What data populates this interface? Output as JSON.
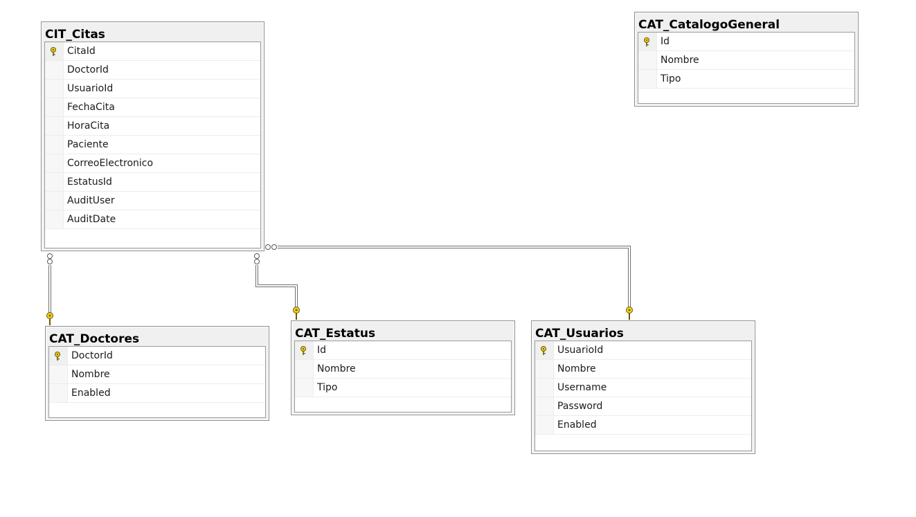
{
  "tables": [
    {
      "name": "CIT_Citas",
      "columns": [
        {
          "name": "CitaId",
          "primary_key": true
        },
        {
          "name": "DoctorId",
          "primary_key": false
        },
        {
          "name": "UsuarioId",
          "primary_key": false
        },
        {
          "name": "FechaCita",
          "primary_key": false
        },
        {
          "name": "HoraCita",
          "primary_key": false
        },
        {
          "name": "Paciente",
          "primary_key": false
        },
        {
          "name": "CorreoElectronico",
          "primary_key": false
        },
        {
          "name": "EstatusId",
          "primary_key": false
        },
        {
          "name": "AuditUser",
          "primary_key": false
        },
        {
          "name": "AuditDate",
          "primary_key": false
        }
      ]
    },
    {
      "name": "CAT_CatalogoGeneral",
      "columns": [
        {
          "name": "Id",
          "primary_key": true
        },
        {
          "name": "Nombre",
          "primary_key": false
        },
        {
          "name": "Tipo",
          "primary_key": false
        }
      ]
    },
    {
      "name": "CAT_Doctores",
      "columns": [
        {
          "name": "DoctorId",
          "primary_key": true
        },
        {
          "name": "Nombre",
          "primary_key": false
        },
        {
          "name": "Enabled",
          "primary_key": false
        }
      ]
    },
    {
      "name": "CAT_Estatus",
      "columns": [
        {
          "name": "Id",
          "primary_key": true
        },
        {
          "name": "Nombre",
          "primary_key": false
        },
        {
          "name": "Tipo",
          "primary_key": false
        }
      ]
    },
    {
      "name": "CAT_Usuarios",
      "columns": [
        {
          "name": "UsuarioId",
          "primary_key": true
        },
        {
          "name": "Nombre",
          "primary_key": false
        },
        {
          "name": "Username",
          "primary_key": false
        },
        {
          "name": "Password",
          "primary_key": false
        },
        {
          "name": "Enabled",
          "primary_key": false
        }
      ]
    }
  ],
  "relationships": [
    {
      "from": "CIT_Citas",
      "to": "CAT_Doctores",
      "from_end": "many",
      "to_end": "key"
    },
    {
      "from": "CIT_Citas",
      "to": "CAT_Estatus",
      "from_end": "many",
      "to_end": "key"
    },
    {
      "from": "CIT_Citas",
      "to": "CAT_Usuarios",
      "from_end": "many",
      "to_end": "key"
    }
  ],
  "colors": {
    "key_yellow": "#f0d11b",
    "header_bg": "#f0f0f0",
    "border": "#8c8c8c",
    "connector": "#6e6e6e"
  }
}
